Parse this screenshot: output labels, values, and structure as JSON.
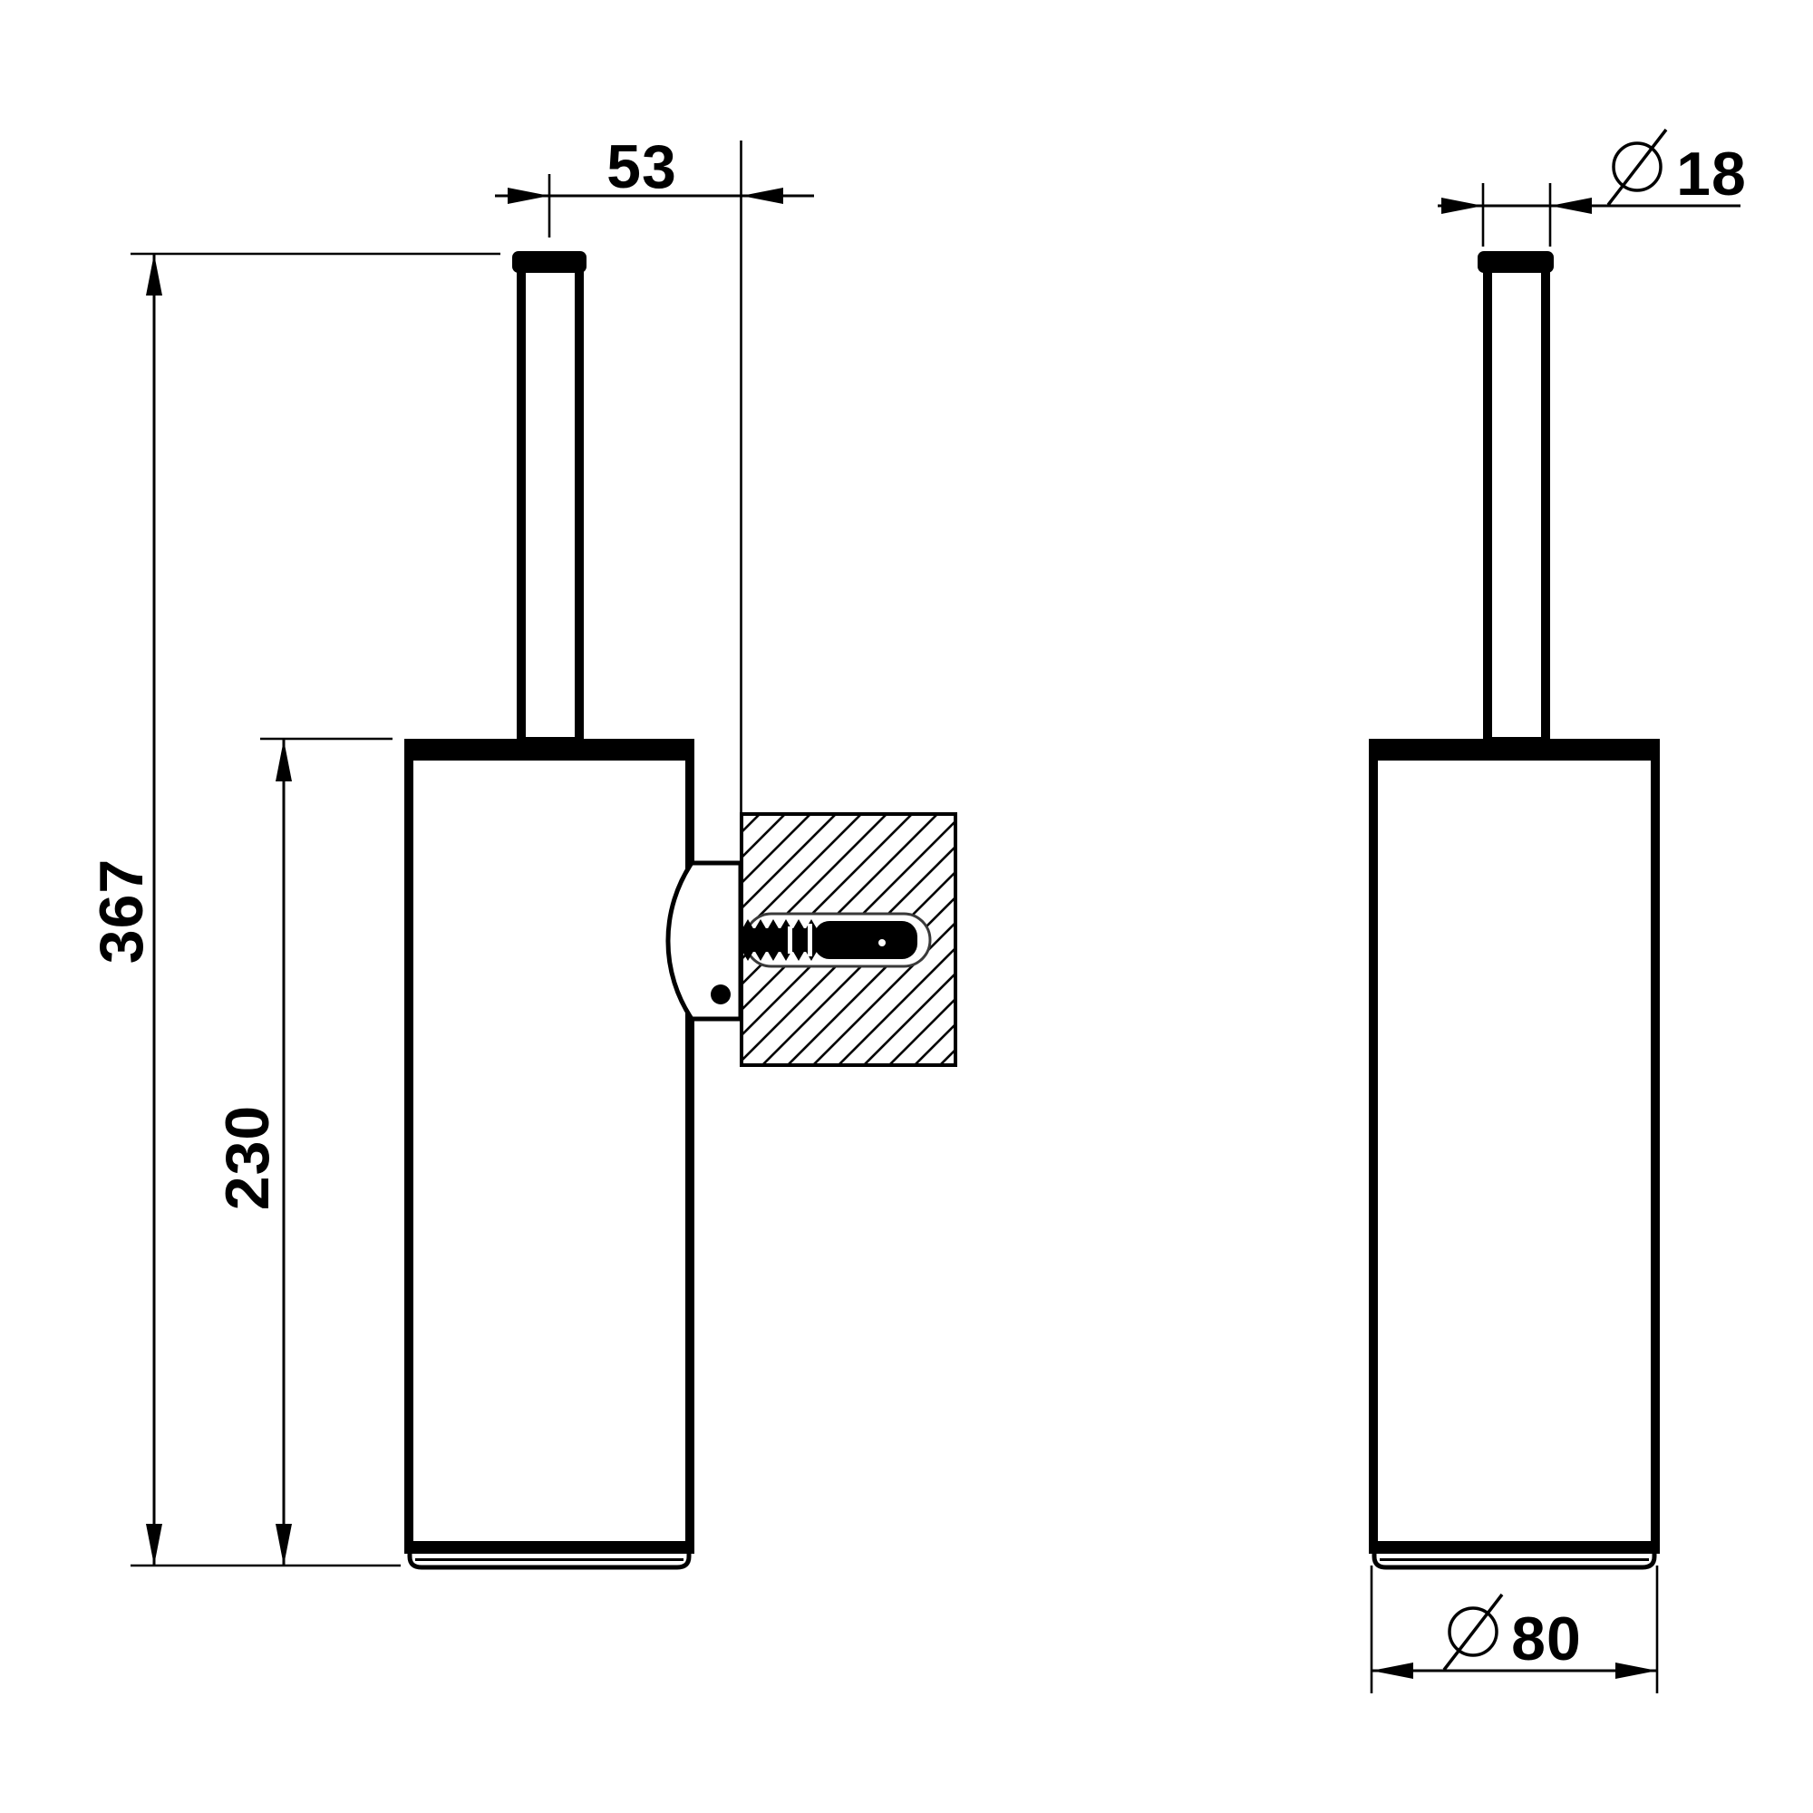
{
  "drawing": {
    "background_color": "#ffffff",
    "line_color": "#000000"
  },
  "dimensions": {
    "distance_wall_to_axis": "53",
    "overall_height": "367",
    "holder_height": "230",
    "handle_diameter": "18",
    "holder_diameter": "80"
  }
}
